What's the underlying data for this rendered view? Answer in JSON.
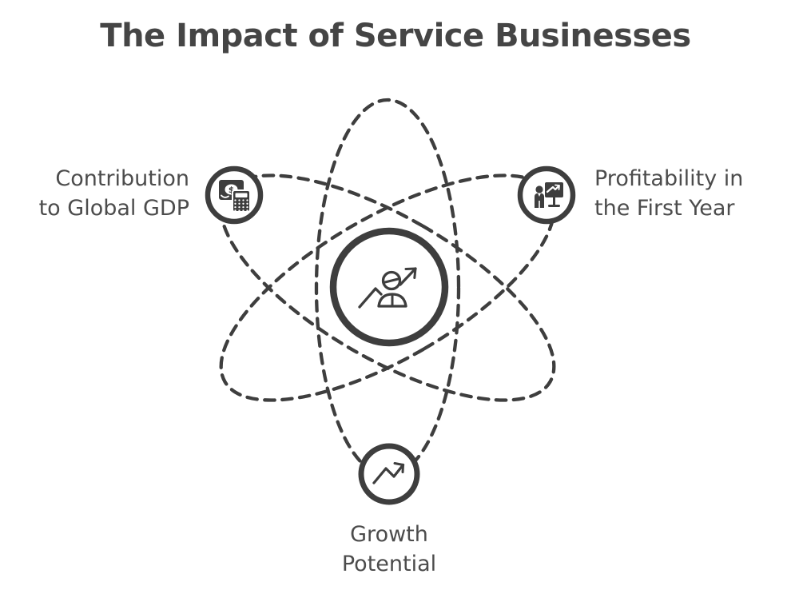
{
  "title": "The Impact of Service Businesses",
  "colors": {
    "ink": "#3e3e3e",
    "title_text": "#454545",
    "label_text": "#4c4c4c",
    "background": "#ffffff"
  },
  "center": {
    "icon": "person-growth-icon"
  },
  "nodes": {
    "gdp": {
      "line1": "Contribution",
      "line2": "to Global GDP",
      "icon": "money-calculator-icon",
      "icon_glyph": "$"
    },
    "profit": {
      "line1": "Profitability in",
      "line2": "the First Year",
      "icon": "presenter-chart-icon"
    },
    "growth": {
      "line1": "Growth",
      "line2": "Potential",
      "icon": "trend-up-arrow-icon"
    }
  }
}
